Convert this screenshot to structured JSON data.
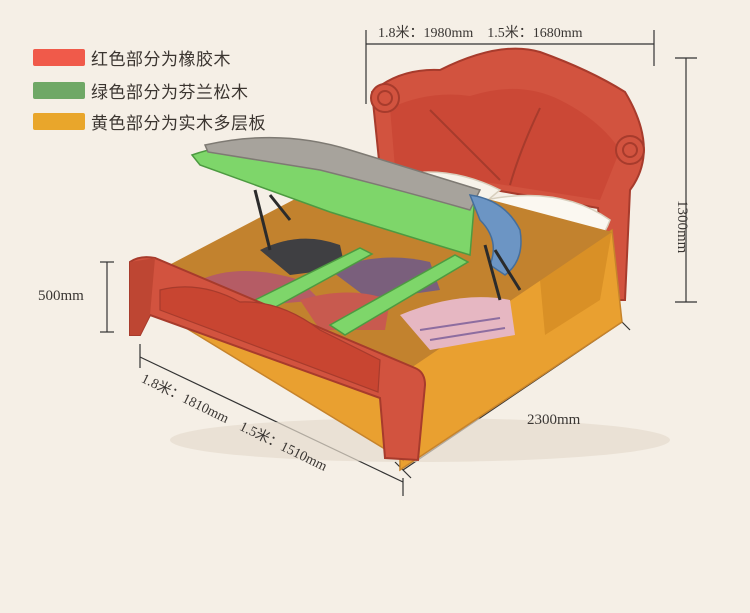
{
  "legend": [
    {
      "label": "红色部分为橡胶木",
      "color": "#f05a4a"
    },
    {
      "label": "绿色部分为芬兰松木",
      "color": "#6fa866"
    },
    {
      "label": "黄色部分为实木多层板",
      "color": "#e9a62b"
    }
  ],
  "dimensions": {
    "top_width": "1.8米：1980mm　1.5米：1680mm",
    "headboard_height": "1300mm",
    "bed_height": "500mm",
    "length": "2300mm",
    "foot_width": "1.8米：1810mm　1.5米：1510mm"
  },
  "colors": {
    "background": "#f5efe6",
    "red_wood": "#d2533f",
    "green_pine": "#7ed66a",
    "yellow_board": "#e9a030",
    "dimension_line": "#333333"
  }
}
